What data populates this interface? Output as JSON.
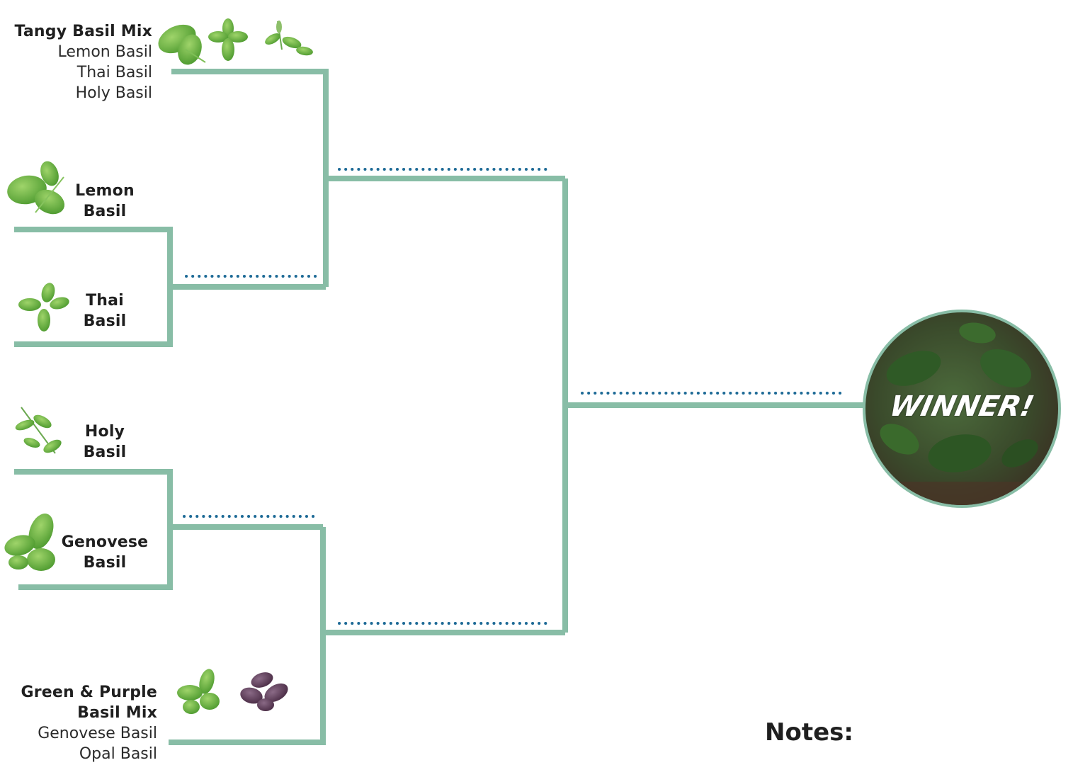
{
  "entries": {
    "tangy_mix": {
      "name": "Tangy Basil Mix",
      "items": [
        "Lemon Basil",
        "Thai Basil",
        "Holy Basil"
      ]
    },
    "lemon": {
      "line1": "Lemon",
      "line2": "Basil"
    },
    "thai": {
      "line1": "Thai",
      "line2": "Basil"
    },
    "holy": {
      "line1": "Holy",
      "line2": "Basil"
    },
    "genovese": {
      "line1": "Genovese",
      "line2": "Basil"
    },
    "green_purple_mix": {
      "name_line1": "Green & Purple",
      "name_line2": "Basil Mix",
      "items": [
        "Genovese Basil",
        "Opal Basil"
      ]
    }
  },
  "winner": {
    "label": "WINNER!"
  },
  "notes": {
    "label": "Notes:"
  },
  "colors": {
    "bracket": "#88bda6",
    "dots": "#1d6a96",
    "leaf": "#5cae3a",
    "purple_leaf": "#5a3a55"
  }
}
